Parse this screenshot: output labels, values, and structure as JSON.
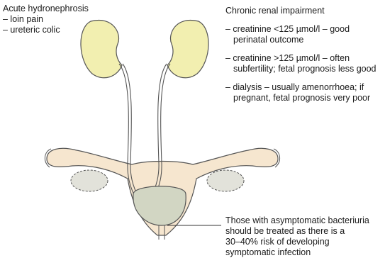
{
  "left_label": {
    "title": "Acute hydronephrosis",
    "items": [
      "– loin pain",
      "– ureteric colic"
    ]
  },
  "right_label": {
    "title": "Chronic renal impairment",
    "items": [
      {
        "line1": "– creatinine <125 µmol/l – good",
        "line2": "perinatal outcome"
      },
      {
        "line1": "– creatinine >125 µmol/l – often",
        "line2": "subfertility; fetal prognosis less good"
      },
      {
        "line1": "– dialysis – usually amenorrhoea; if",
        "line2": "pregnant, fetal prognosis very poor"
      }
    ]
  },
  "bottom_label": {
    "lines": [
      "Those with asymptomatic bacteriuria",
      "should be treated as there is a",
      "30–40% risk of developing",
      "symptomatic infection"
    ]
  },
  "colors": {
    "kidney_fill": "#f2efb0",
    "uterus_fill": "#f6e6cf",
    "bladder_fill": "#d2d6c3",
    "ovary_fill": "#e2e2da",
    "outline": "#555555"
  }
}
